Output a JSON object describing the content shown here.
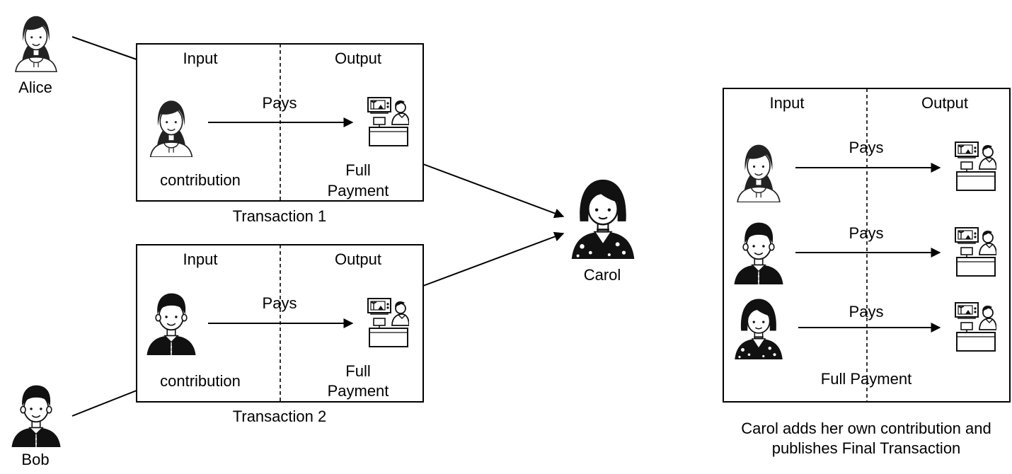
{
  "actors": {
    "alice": "Alice",
    "bob": "Bob",
    "carol": "Carol"
  },
  "transaction1": {
    "input_header": "Input",
    "output_header": "Output",
    "pays": "Pays",
    "input_label": "contribution",
    "output_label_line1": "Full",
    "output_label_line2": "Payment",
    "caption": "Transaction 1"
  },
  "transaction2": {
    "input_header": "Input",
    "output_header": "Output",
    "pays": "Pays",
    "input_label": "contribution",
    "output_label_line1": "Full",
    "output_label_line2": "Payment",
    "caption": "Transaction 2"
  },
  "final_transaction": {
    "input_header": "Input",
    "output_header": "Output",
    "pays_rows": [
      "Pays",
      "Pays",
      "Pays"
    ],
    "footer": "Full Payment",
    "caption_line1": "Carol adds her own contribution and",
    "caption_line2": "publishes Final Transaction"
  },
  "icons": {
    "alice": "alice-avatar-icon",
    "bob": "bob-avatar-icon",
    "carol": "carol-avatar-icon",
    "merchant": "merchant-shop-icon"
  },
  "colors": {
    "stroke": "#000000",
    "background": "#ffffff"
  }
}
